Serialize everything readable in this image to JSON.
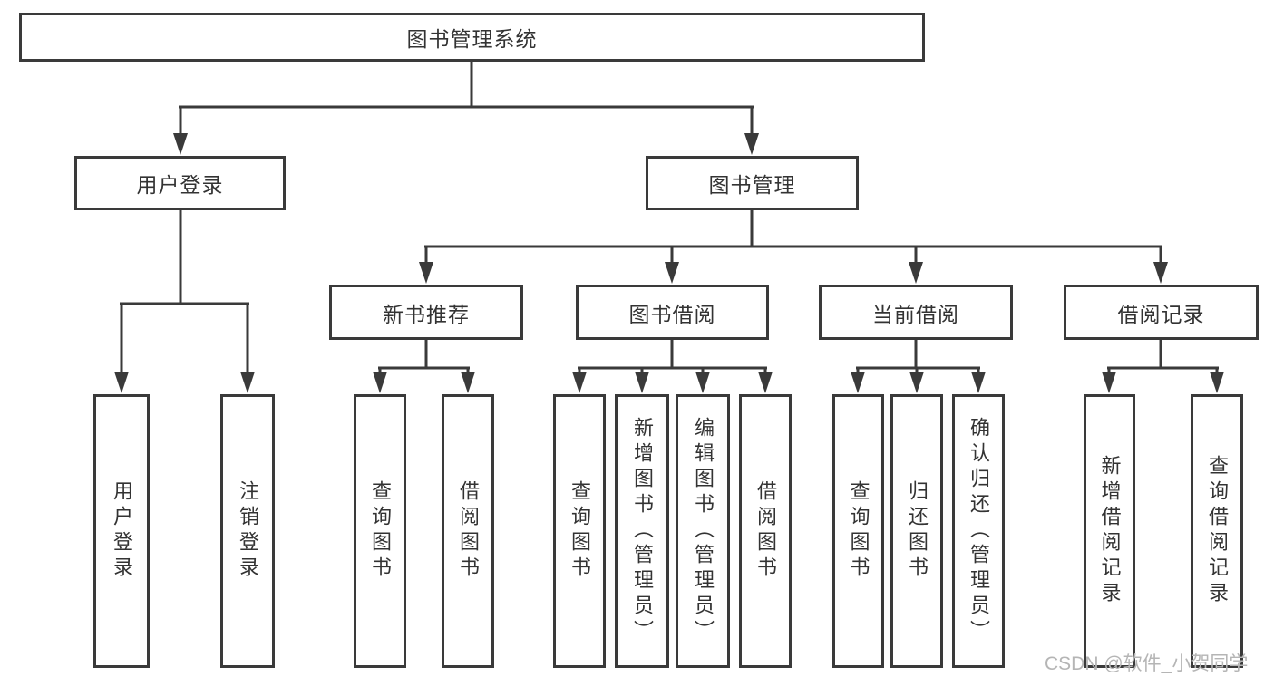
{
  "diagram_type": "functional-structure-tree",
  "watermark": "CSDN @软件_小贺同学",
  "colors": {
    "line_color": "#3a3a3a",
    "box_fill": "#ffffff",
    "text_color": "#333333",
    "watermark_color": "#b5b5b5",
    "bg_color": "#ffffff"
  },
  "tree": {
    "label": "图书管理系统",
    "children": [
      {
        "label": "用户登录",
        "children": [
          {
            "label": "用户登录"
          },
          {
            "label": "注销登录"
          }
        ]
      },
      {
        "label": "图书管理",
        "children": [
          {
            "label": "新书推荐",
            "children": [
              {
                "label": "查询图书"
              },
              {
                "label": "借阅图书"
              }
            ]
          },
          {
            "label": "图书借阅",
            "children": [
              {
                "label": "查询图书"
              },
              {
                "label": "新增图书（管理员）"
              },
              {
                "label": "编辑图书（管理员）"
              },
              {
                "label": "借阅图书"
              }
            ]
          },
          {
            "label": "当前借阅",
            "children": [
              {
                "label": "查询图书"
              },
              {
                "label": "归还图书"
              },
              {
                "label": "确认归还（管理员）"
              }
            ]
          },
          {
            "label": "借阅记录",
            "children": [
              {
                "label": "新增借阅记录"
              },
              {
                "label": "查询借阅记录"
              }
            ]
          }
        ]
      }
    ]
  }
}
